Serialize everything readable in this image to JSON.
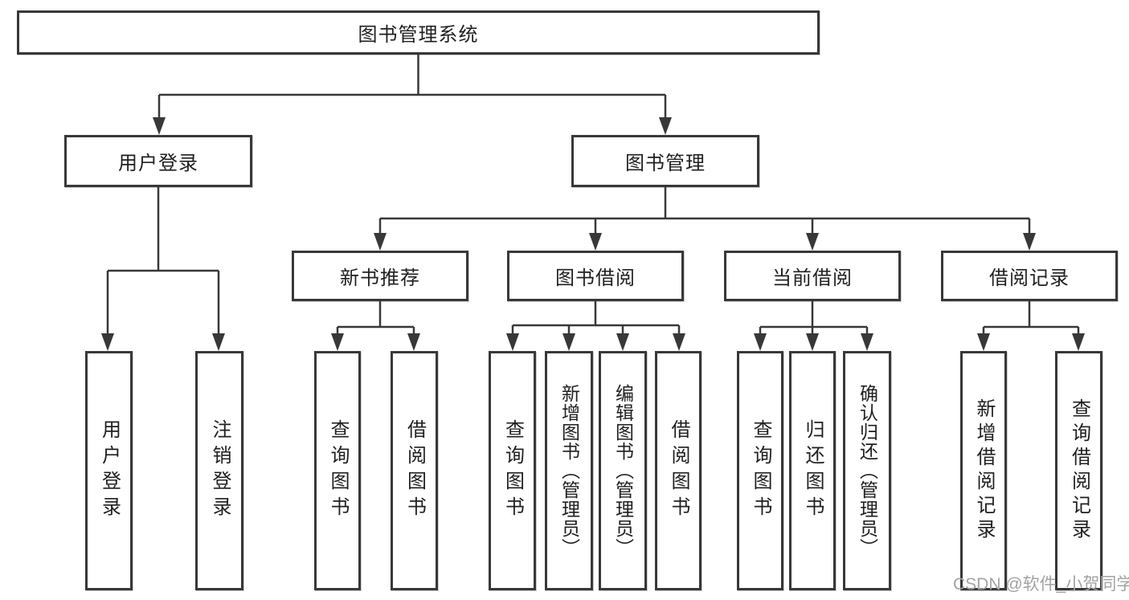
{
  "diagram": {
    "title": "图书管理系统",
    "root": "图书管理系统",
    "branches": [
      {
        "label": "用户登录",
        "children": [
          "用户登录",
          "注销登录"
        ]
      },
      {
        "label": "图书管理",
        "modules": [
          {
            "label": "新书推荐",
            "children": [
              "查询图书",
              "借阅图书"
            ]
          },
          {
            "label": "图书借阅",
            "children": [
              "查询图书",
              "新增图书（管理员）",
              "编辑图书（管理员）",
              "借阅图书"
            ]
          },
          {
            "label": "当前借阅",
            "children": [
              "查询图书",
              "归还图书",
              "确认归还（管理员）"
            ]
          },
          {
            "label": "借阅记录",
            "children": [
              "新增借阅记录",
              "查询借阅记录"
            ]
          }
        ]
      }
    ]
  },
  "watermark": "CSDN @软件_小贺同学",
  "colors": {
    "line": "#383838",
    "text": "#1f1f1f",
    "box_fill": "#ffffff",
    "watermark": "#a3a3a3",
    "background": "#ffffff"
  }
}
